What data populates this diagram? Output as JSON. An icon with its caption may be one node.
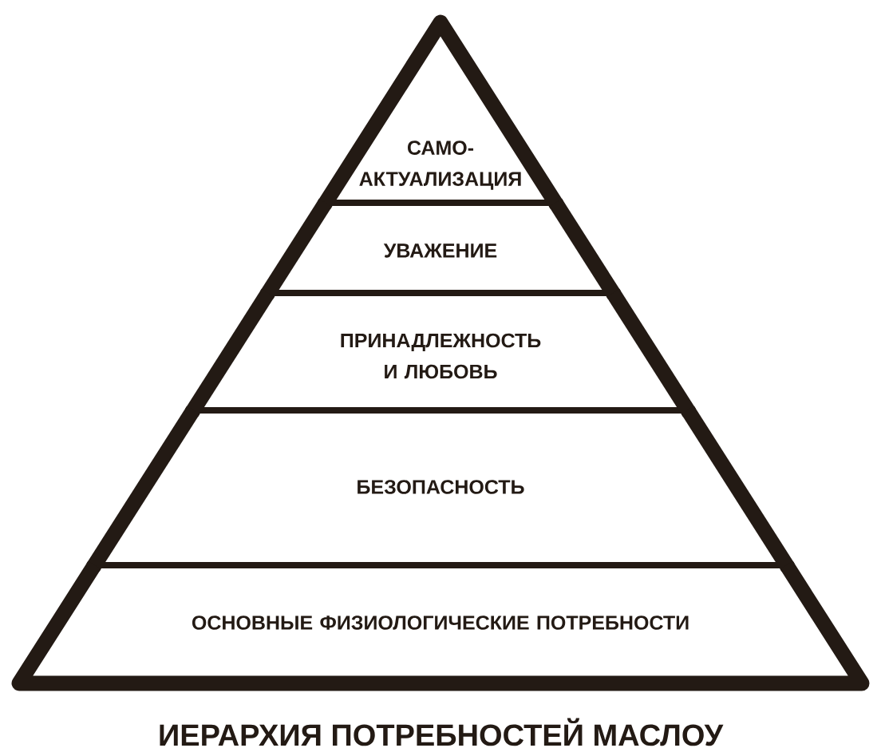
{
  "diagram": {
    "title": "ИЕРАРХИЯ ПОТРЕБНОСТЕЙ МАСЛОУ",
    "nodes": [
      {
        "text": [
          "САМО- АКТУАЛИЗАЦИЯ"
        ]
      },
      {
        "text": [
          "УВАЖЕНИЕ"
        ]
      },
      {
        "text": [
          "ПРИНАДЛЕЖНОСТЬ И ЛЮБОВЬ"
        ]
      },
      {
        "text": [
          "БЕЗОПАСНОСТЬ"
        ]
      },
      {
        "text": [
          "ОСНОВНЫЕ ФИЗИОЛОГИЧЕСКИЕ ПОТРЕБНОСТИ"
        ]
      }
    ]
  }
}
